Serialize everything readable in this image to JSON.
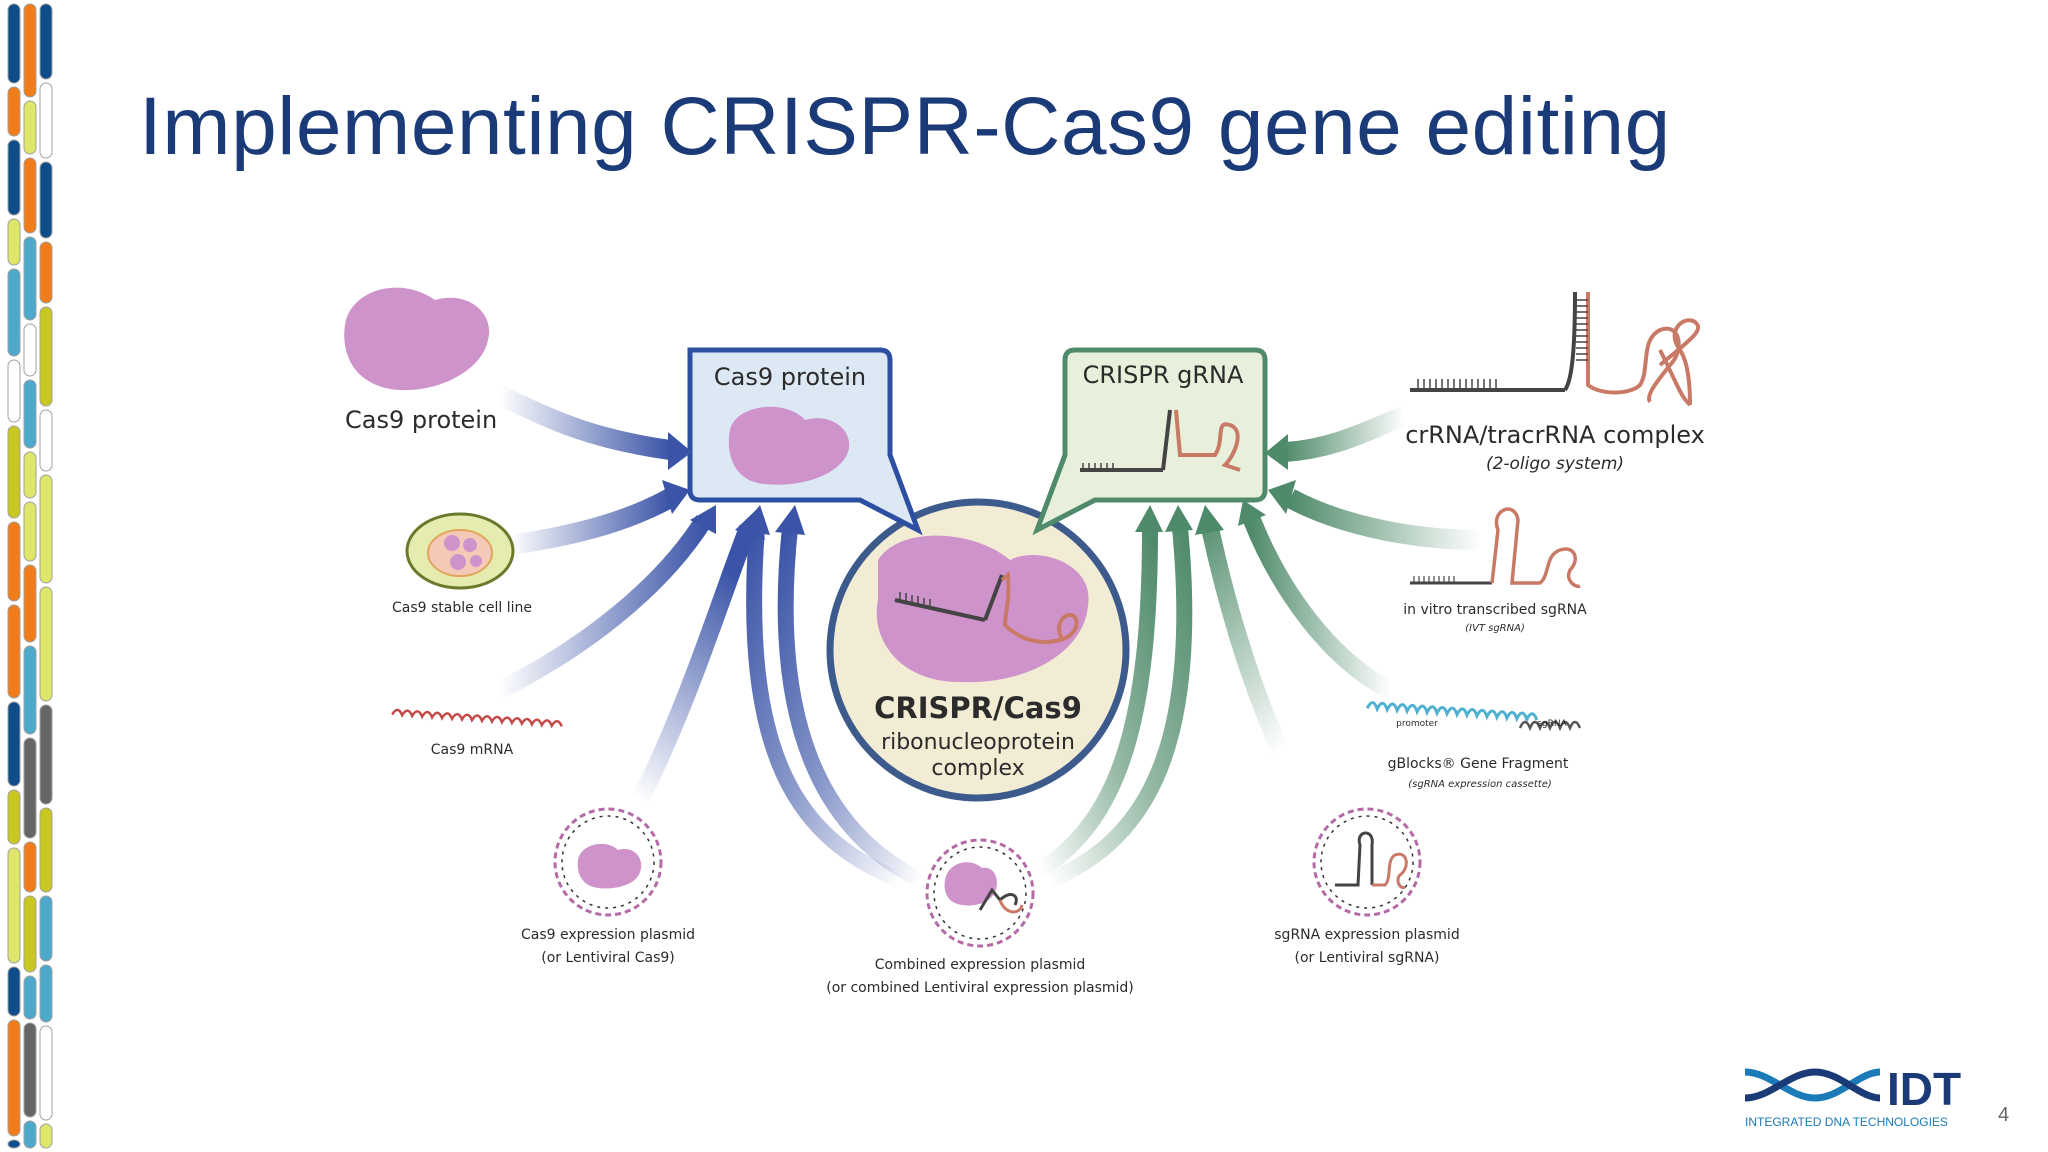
{
  "slide": {
    "title": "Implementing CRISPR-Cas9 gene editing",
    "page_number": "4"
  },
  "colors": {
    "title": "#1b3a78",
    "cas9_purple": "#cf93cb",
    "blue_arrow": "#3b54a7",
    "green_arrow": "#4f8b6a",
    "rna_red": "#c87a66"
  },
  "center": {
    "title": "CRISPR/Cas9",
    "line1": "ribonucleoprotein",
    "line2": "complex"
  },
  "boxes": {
    "left": "Cas9 protein",
    "right": "CRISPR gRNA"
  },
  "left_sources": [
    {
      "label": "Cas9 protein",
      "sub": ""
    },
    {
      "label": "Cas9 stable cell line",
      "sub": ""
    },
    {
      "label": "Cas9 mRNA",
      "sub": ""
    },
    {
      "label": "Cas9 expression plasmid",
      "sub": "(or Lentiviral Cas9)"
    }
  ],
  "bottom_source": {
    "label": "Combined expression plasmid",
    "sub": "(or combined Lentiviral expression plasmid)"
  },
  "right_sources": [
    {
      "label": "crRNA/tracrRNA complex",
      "sub": "(2-oligo system)"
    },
    {
      "label": "in vitro transcribed sgRNA",
      "sub": "(IVT sgRNA)"
    },
    {
      "label": "gBlocks® Gene Fragment",
      "sub": "(sgRNA expression cassette)",
      "promoter": "promoter",
      "sgrna": "sgRNA"
    },
    {
      "label": "sgRNA expression plasmid",
      "sub": "(or Lentiviral sgRNA)"
    }
  ],
  "logo": {
    "name": "IDT",
    "tagline": "INTEGRATED DNA TECHNOLOGIES"
  }
}
